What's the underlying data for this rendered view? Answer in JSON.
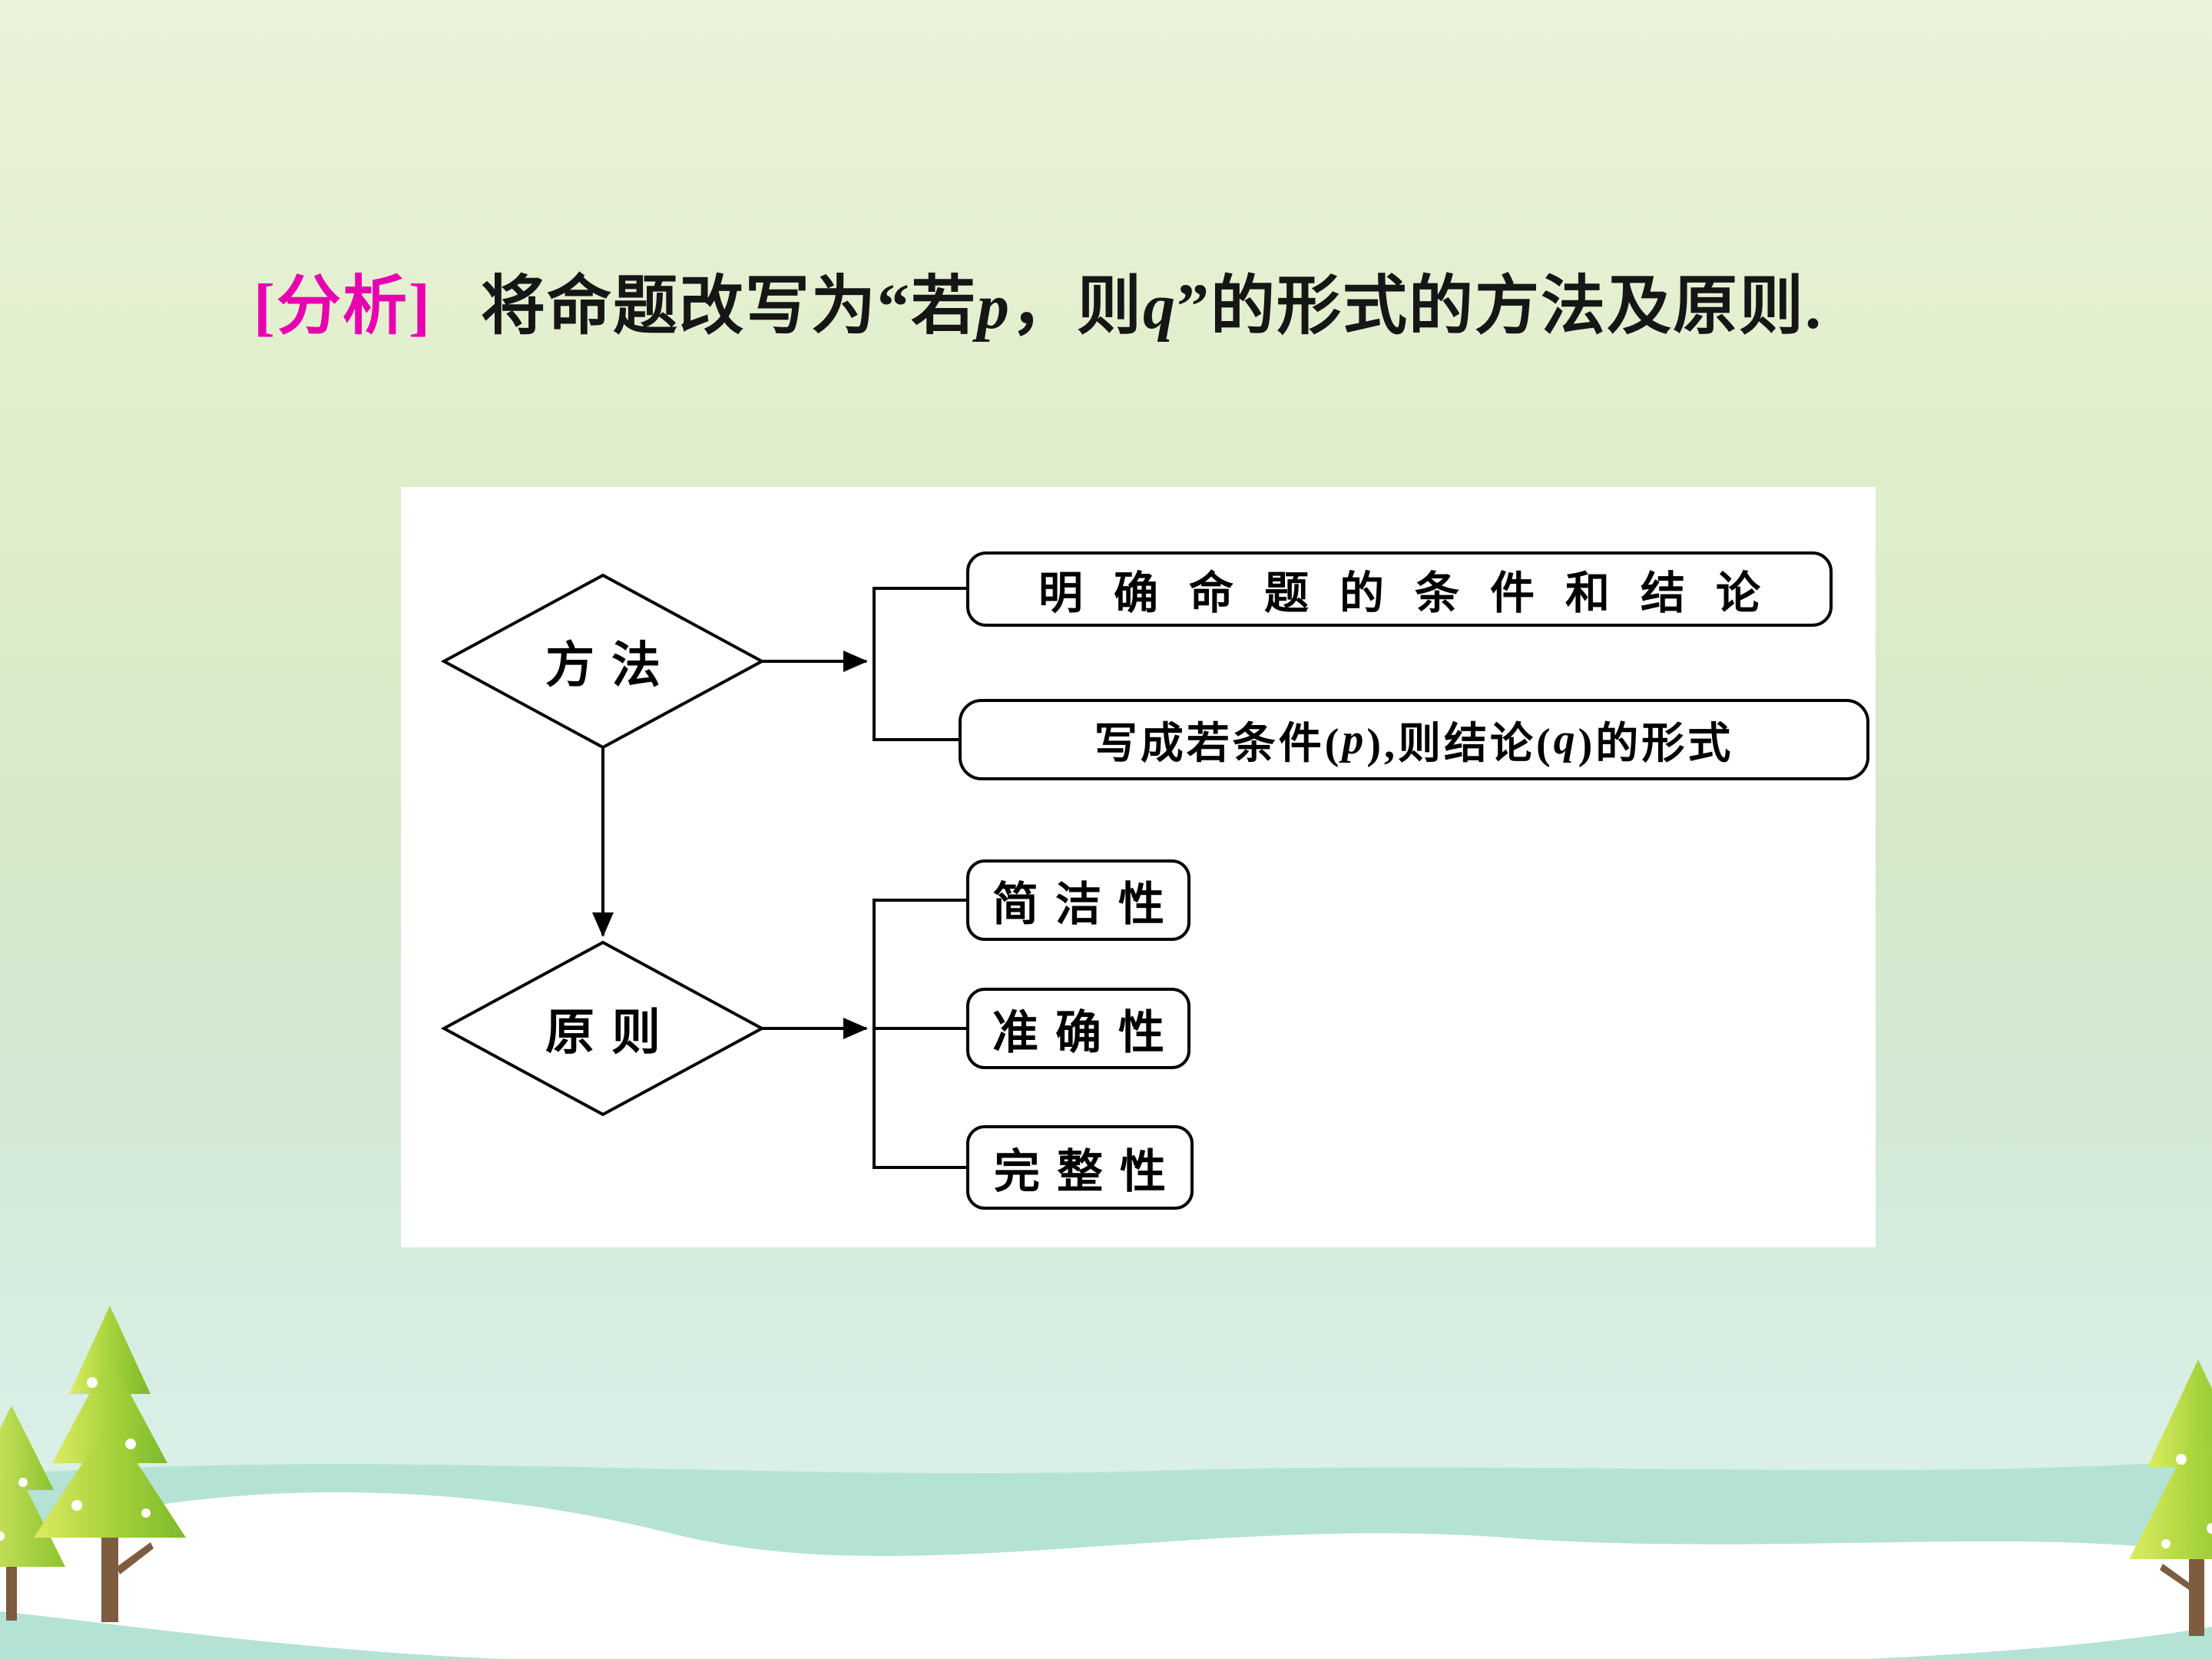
{
  "slide": {
    "analysis_tag": "[分析]",
    "tag_color": "#e800b0",
    "title_segments": {
      "s1": "将命题改写为“若",
      "p": "p",
      "s2": "，则",
      "q": "q",
      "s3": "”的形式的方法及原则."
    }
  },
  "flowchart": {
    "method_label": "方法",
    "principle_label": "原则",
    "method_outcomes": {
      "box1": "明确命题的条件和结论",
      "box2": {
        "s1": "写成若条件(",
        "p": "p",
        "s2": "),则结论(",
        "q": "q",
        "s3": ")的形式"
      }
    },
    "principle_outcomes": {
      "box1": "简洁性",
      "box2": "准确性",
      "box3": "完整性"
    }
  }
}
